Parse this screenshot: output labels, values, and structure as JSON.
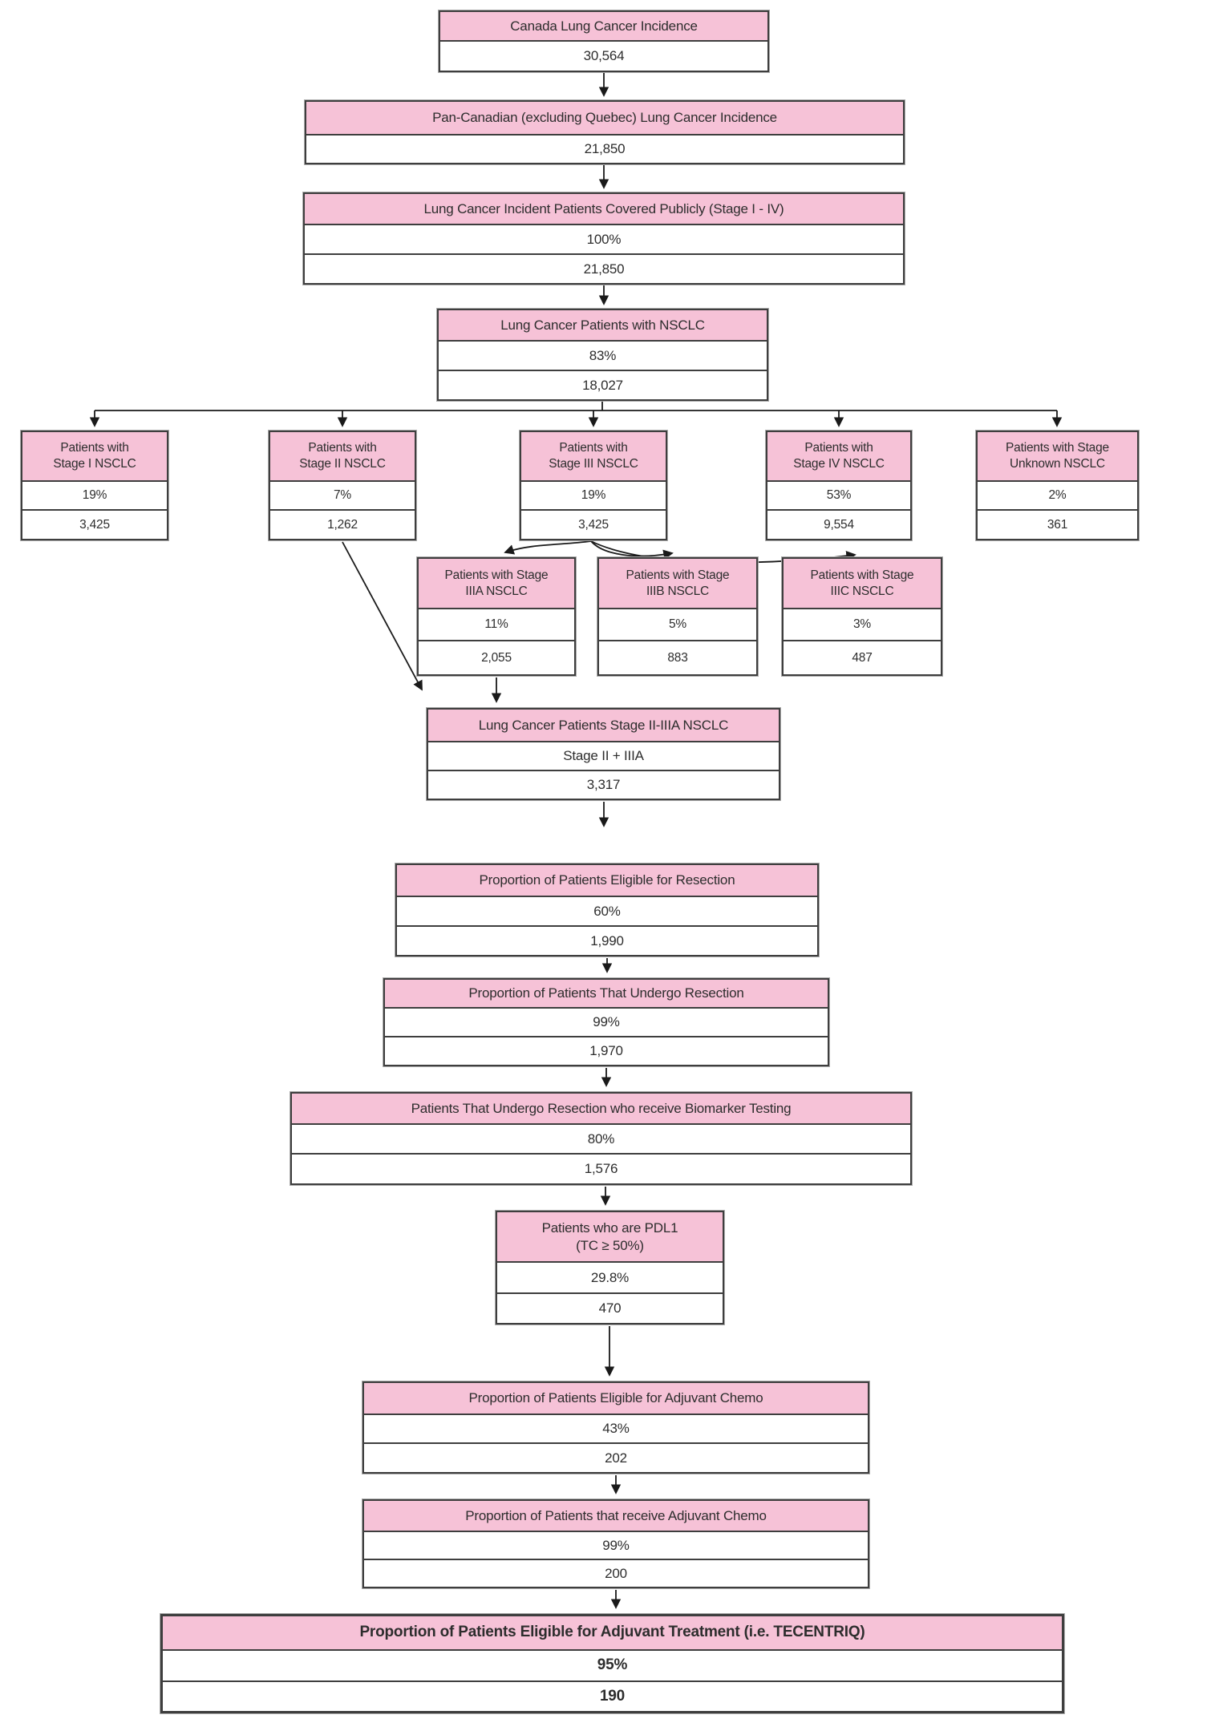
{
  "colors": {
    "header_pink": "#f6c2d7",
    "box_border": "#3e3e3e",
    "arrow_black": "#1a1a1a",
    "text": "#2d2d2d",
    "background": "#ffffff"
  },
  "boxes": {
    "canada": {
      "title": "Canada Lung Cancer Incidence",
      "values": [
        "30,564"
      ]
    },
    "pan_canadian": {
      "title": "Pan-Canadian (excluding Quebec) Lung Cancer Incidence",
      "values": [
        "21,850"
      ]
    },
    "covered_publicly": {
      "title": "Lung Cancer Incident Patients Covered Publicly (Stage I - IV)",
      "values": [
        "100%",
        "21,850"
      ]
    },
    "nsclc": {
      "title": "Lung Cancer Patients with NSCLC",
      "values": [
        "83%",
        "18,027"
      ]
    },
    "stage1": {
      "title": "Patients with\nStage I NSCLC",
      "values": [
        "19%",
        "3,425"
      ]
    },
    "stage2": {
      "title": "Patients with\nStage II NSCLC",
      "values": [
        "7%",
        "1,262"
      ]
    },
    "stage3": {
      "title": "Patients with\nStage III NSCLC",
      "values": [
        "19%",
        "3,425"
      ]
    },
    "stage4": {
      "title": "Patients with\nStage IV NSCLC",
      "values": [
        "53%",
        "9,554"
      ]
    },
    "stage_unknown": {
      "title": "Patients with Stage\nUnknown NSCLC",
      "values": [
        "2%",
        "361"
      ]
    },
    "stage3a": {
      "title": "Patients with Stage\nIIIA NSCLC",
      "values": [
        "11%",
        "2,055"
      ]
    },
    "stage3b": {
      "title": "Patients with Stage\nIIIB NSCLC",
      "values": [
        "5%",
        "883"
      ]
    },
    "stage3c": {
      "title": "Patients with Stage\nIIIC NSCLC",
      "values": [
        "3%",
        "487"
      ]
    },
    "stage2_3a": {
      "title": "Lung Cancer Patients Stage II-IIIA NSCLC",
      "values": [
        "Stage II + IIIA",
        "3,317"
      ]
    },
    "resection_eligible": {
      "title": "Proportion of Patients Eligible for Resection",
      "values": [
        "60%",
        "1,990"
      ]
    },
    "resection_undergo": {
      "title": "Proportion of Patients That Undergo Resection",
      "values": [
        "99%",
        "1,970"
      ]
    },
    "biomarker": {
      "title": "Patients That Undergo Resection who receive Biomarker Testing",
      "values": [
        "80%",
        "1,576"
      ]
    },
    "pdl1": {
      "title": "Patients who are PDL1\n(TC ≥ 50%)",
      "values": [
        "29.8%",
        "470"
      ]
    },
    "adjuvant_eligible": {
      "title": "Proportion of Patients Eligible for Adjuvant Chemo",
      "values": [
        "43%",
        "202"
      ]
    },
    "adjuvant_receive": {
      "title": "Proportion of Patients that receive Adjuvant Chemo",
      "values": [
        "99%",
        "200"
      ]
    },
    "adjuvant_treatment": {
      "title": "Proportion of Patients Eligible for Adjuvant Treatment (i.e. TECENTRIQ)",
      "values": [
        "95%",
        "190"
      ]
    }
  }
}
